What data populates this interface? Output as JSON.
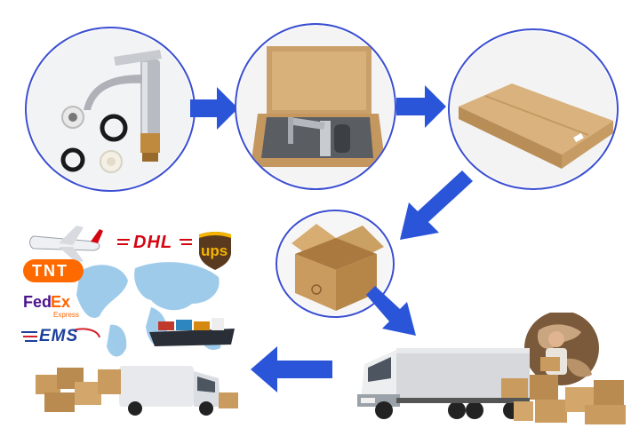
{
  "colors": {
    "ring": "#3b4fd1",
    "arrow": "#2b55d9",
    "cardboard": "#c9a06b",
    "cardboard_dark": "#a77c48",
    "map": "#8fc3e8",
    "dhl_red": "#d40511",
    "dhl_yellow": "#ffcc00",
    "fedex_purple": "#4d148c",
    "fedex_orange": "#ff6600",
    "ups_brown": "#5a3a1e",
    "ups_gold": "#f5b400",
    "ems_blue": "#1b3f9c",
    "ems_red": "#d4202a"
  },
  "logos": {
    "dhl": "DHL",
    "ups": "ups",
    "tnt": "TNT",
    "fedex_fed": "Fed",
    "fedex_ex": "Ex",
    "fedex_sub": "Express",
    "ems": "EMS"
  },
  "icons": {
    "faucet": "faucet-icon",
    "open_box": "open-box-icon",
    "closed_box": "closed-box-icon",
    "carton": "carton-icon",
    "truck": "truck-icon",
    "airplane": "airplane-icon",
    "ship": "ship-icon",
    "van": "van-icon",
    "globe": "globe-icon",
    "courier": "courier-icon",
    "arrow": "arrow-icon"
  }
}
